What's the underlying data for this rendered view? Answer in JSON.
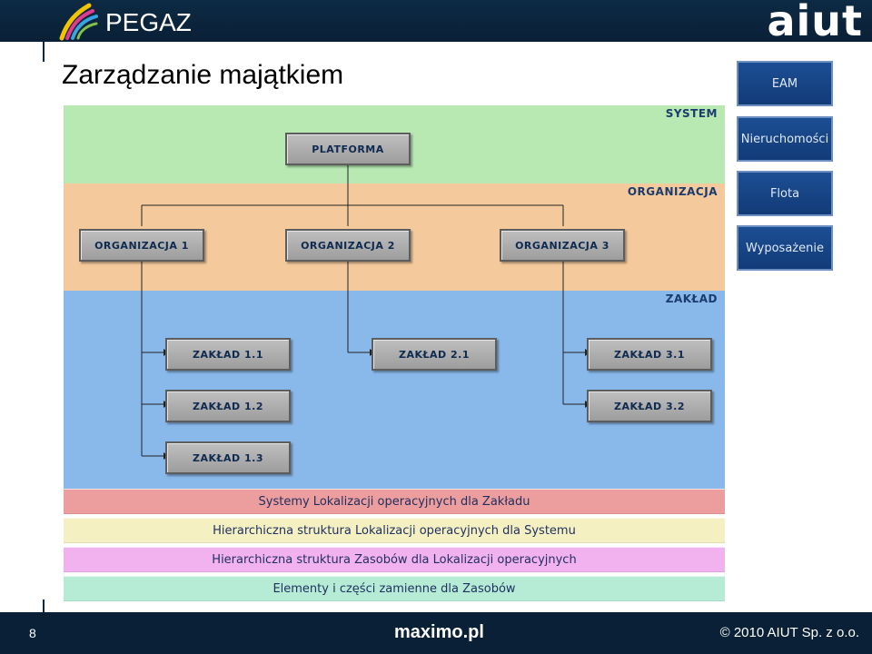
{
  "header": {
    "brand_left": "PEGAZ",
    "brand_right": "aiut",
    "title": "Zarządzanie majątkiem"
  },
  "sidenav": [
    {
      "label": "EAM"
    },
    {
      "label": "Nieruchomości"
    },
    {
      "label": "Flota"
    },
    {
      "label": "Wyposażenie"
    }
  ],
  "diagram": {
    "bands": {
      "system": {
        "label": "SYSTEM",
        "color": "#b8e9b3"
      },
      "organizacja": {
        "label": "ORGANIZACJA",
        "color": "#f4c99b"
      },
      "zaklad": {
        "label": "ZAKŁAD",
        "color": "#89b8ea"
      }
    },
    "nodes": {
      "platforma": "PLATFORMA",
      "org1": "ORGANIZACJA 1",
      "org2": "ORGANIZACJA 2",
      "org3": "ORGANIZACJA 3",
      "z11": "ZAKŁAD 1.1",
      "z12": "ZAKŁAD 1.2",
      "z13": "ZAKŁAD 1.3",
      "z21": "ZAKŁAD 2.1",
      "z31": "ZAKŁAD 3.1",
      "z32": "ZAKŁAD 3.2"
    },
    "strips": [
      {
        "label": "Systemy Lokalizacji operacyjnych dla Zakładu",
        "color": "#ec9d9e"
      },
      {
        "label": "Hierarchiczna struktura Lokalizacji operacyjnych dla Systemu",
        "color": "#f4f0c2"
      },
      {
        "label": "Hierarchiczna struktura Zasobów dla Lokalizacji operacyjnych",
        "color": "#f2b2f0"
      },
      {
        "label": "Elementy i części zamienne dla Zasobów",
        "color": "#b6ecd6"
      }
    ]
  },
  "footer": {
    "page_number": "8",
    "site": "maximo.pl",
    "copyright": "© 2010 AIUT Sp. z o.o."
  }
}
